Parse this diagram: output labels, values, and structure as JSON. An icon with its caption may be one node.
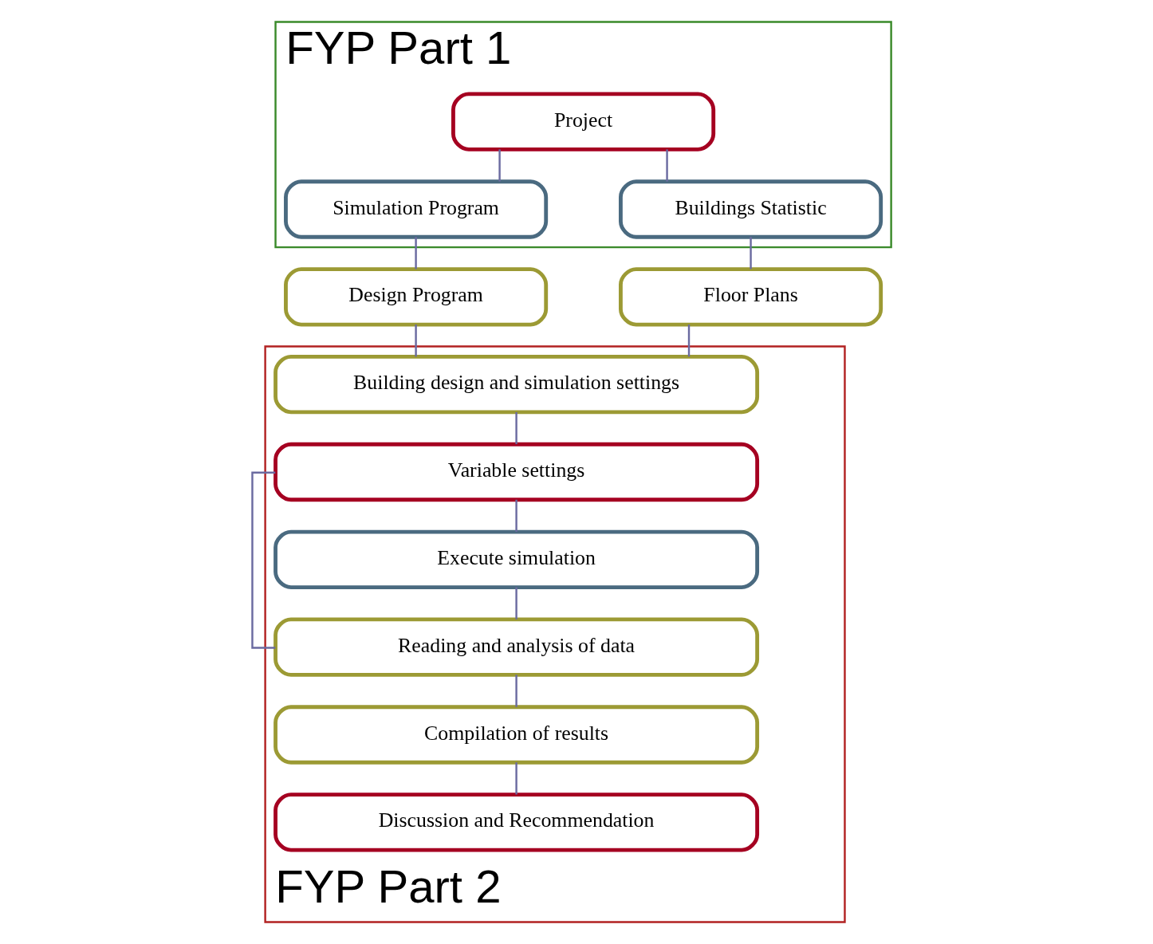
{
  "diagram": {
    "nodes": [
      {
        "text": [
          "FYP Part 1"
        ]
      },
      {
        "text": [
          "Project"
        ],
        "in": 0
      },
      {
        "text": [
          "Simulation Program"
        ],
        "in": 0
      },
      {
        "text": [
          "Buildings Statistic"
        ],
        "in": 0
      },
      {
        "text": [
          "Design Program"
        ]
      },
      {
        "text": [
          "Floor Plans"
        ]
      },
      {
        "text": [
          "FYP Part 2"
        ]
      },
      {
        "text": [
          "Building design and simulation settings"
        ],
        "in": 6
      },
      {
        "text": [
          "Variable settings"
        ],
        "in": 6
      },
      {
        "text": [
          "Execute simulation"
        ],
        "in": 6
      },
      {
        "text": [
          "Reading and analysis of data"
        ],
        "in": 6
      },
      {
        "text": [
          "Compilation of results"
        ],
        "in": 6
      },
      {
        "text": [
          "Discussion and Recommendation"
        ],
        "in": 6
      }
    ],
    "edges": [
      {
        "from": 1,
        "to": 2,
        "arrow": "none"
      },
      {
        "from": 1,
        "to": 3,
        "arrow": "none"
      },
      {
        "from": 2,
        "to": 4,
        "arrow": "none"
      },
      {
        "from": 3,
        "to": 5,
        "arrow": "none"
      },
      {
        "from": 4,
        "to": 7,
        "arrow": "none"
      },
      {
        "from": 5,
        "to": 7,
        "arrow": "none"
      },
      {
        "from": 7,
        "to": 8,
        "arrow": "none"
      },
      {
        "from": 8,
        "to": 9,
        "arrow": "none"
      },
      {
        "from": 9,
        "to": 10,
        "arrow": "none"
      },
      {
        "from": 10,
        "to": 8,
        "arrow": "none"
      },
      {
        "from": 10,
        "to": 11,
        "arrow": "none"
      },
      {
        "from": 11,
        "to": 12,
        "arrow": "none"
      }
    ]
  }
}
